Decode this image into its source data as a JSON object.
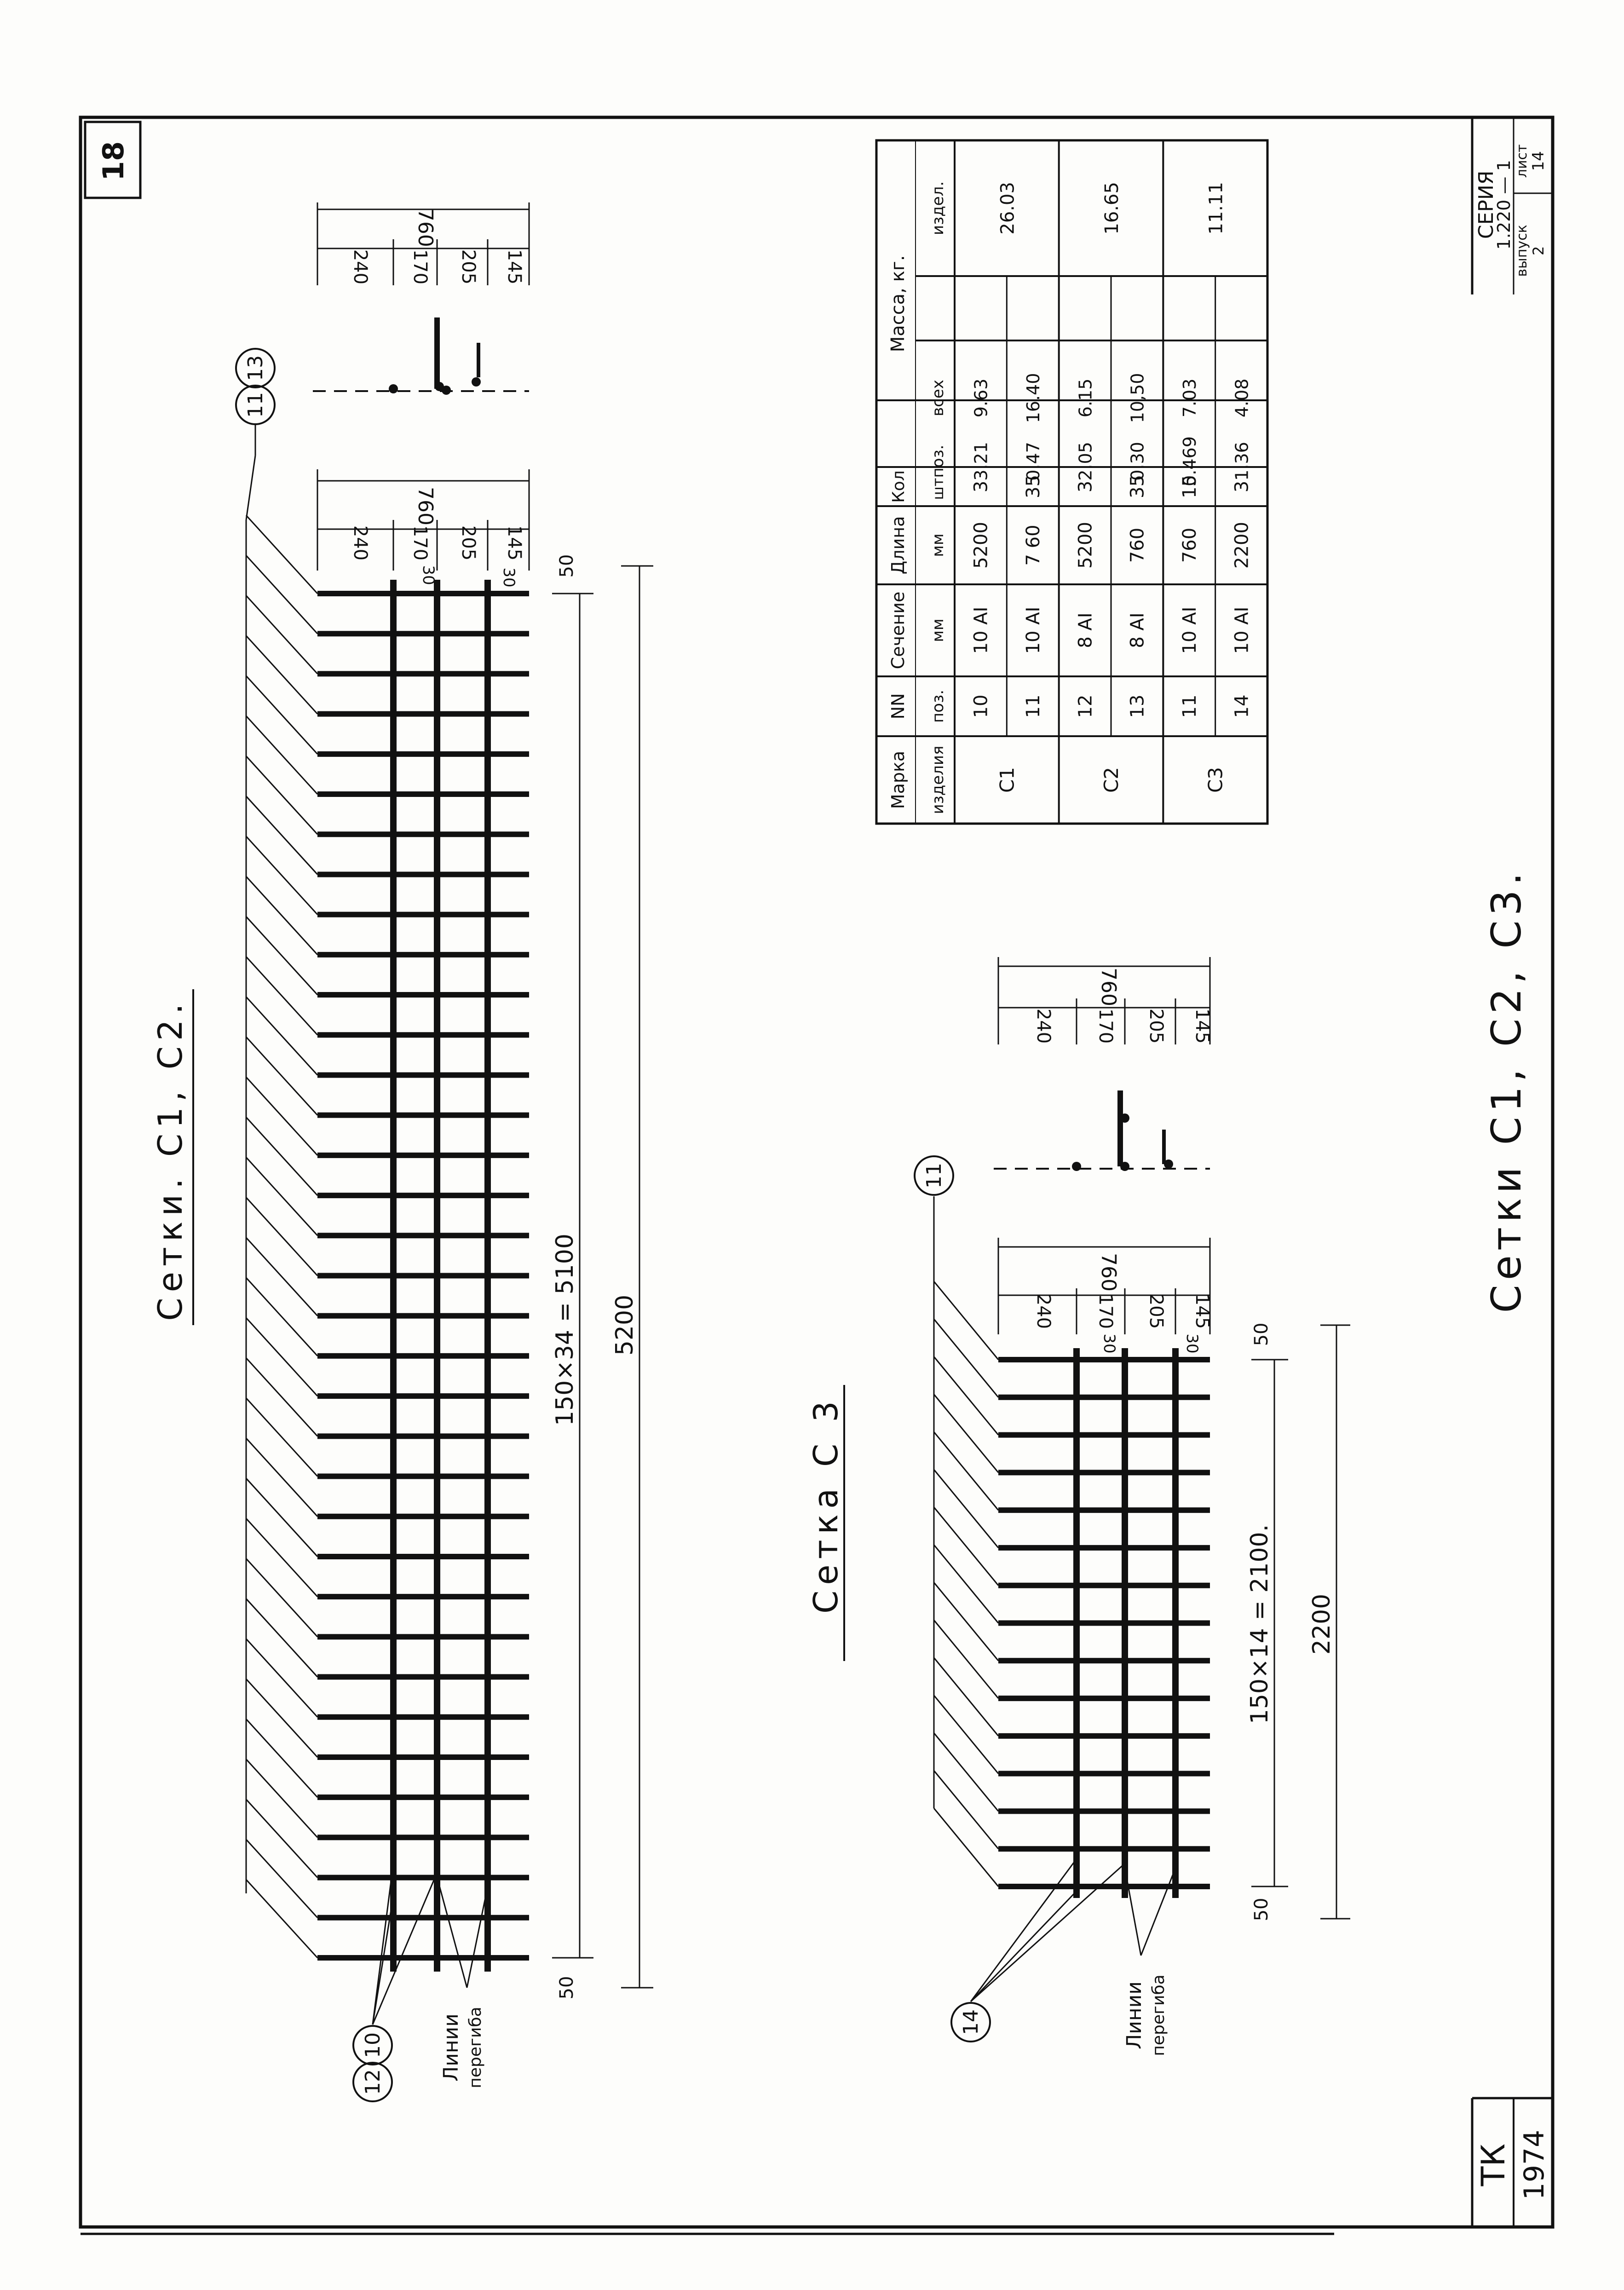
{
  "sheet": {
    "page_number": "18",
    "stamp_code": "ТК",
    "stamp_year": "1974",
    "series_label": "СЕРИЯ",
    "series_value": "1.220 — 1",
    "issue_label": "выпуск",
    "issue_value": "2",
    "sheet_label": "лист",
    "sheet_value": "14",
    "main_title": "Сетки С1, С2, С3."
  },
  "drawing_c1c2": {
    "title": "Сетки. С1, С2.",
    "spacing_dim": "150×34 = 5100",
    "length_dim": "5200",
    "end_dim": "50",
    "callout_top": [
      "11",
      "13"
    ],
    "callout_bottom": [
      "12",
      "10"
    ],
    "bend_label_1": "Линии",
    "bend_label_2": "перегиба",
    "offset_dims": [
      "30",
      "30"
    ],
    "width_total": "760",
    "width_parts": [
      "145",
      "205",
      "170",
      "240"
    ]
  },
  "drawing_c3": {
    "title": "Сетка С 3",
    "spacing_dim": "150×14 = 2100.",
    "length_dim": "2200",
    "end_dim": "50",
    "callout_top": "11",
    "callout_bottom": "14",
    "bend_label_1": "Линии",
    "bend_label_2": "перегиба",
    "offset_dims": [
      "30",
      "30"
    ],
    "width_total": "760",
    "width_parts": [
      "145",
      "205",
      "170",
      "240"
    ]
  },
  "spec_table": {
    "headers": {
      "marka_1": "Марка",
      "marka_2": "изделия",
      "nn_1": "NN",
      "nn_2": "поз.",
      "sech_1": "Сечение",
      "sech_2": "мм",
      "dlina_1": "Длина",
      "dlina_2": "мм",
      "kol_1": "Кол",
      "kol_2": "шт.",
      "massa": "Масса, кг.",
      "poz": "поз.",
      "vseh": "всех",
      "izdel": "издел."
    },
    "groups": [
      {
        "mark": "С1",
        "total": "26.03",
        "rows": [
          {
            "pos": "10",
            "section": "10 АI",
            "length": "5200",
            "qty": "3",
            "mass_pos": "3.21",
            "mass_all": "9.63"
          },
          {
            "pos": "11",
            "section": "10 АI",
            "length": "7 60",
            "qty": "35",
            "mass_pos": "0.47",
            "mass_all": "16.40"
          }
        ]
      },
      {
        "mark": "С2",
        "total": "16.65",
        "rows": [
          {
            "pos": "12",
            "section": "8 АI",
            "length": "5200",
            "qty": "3",
            "mass_pos": "2.05",
            "mass_all": "6.15"
          },
          {
            "pos": "13",
            "section": "8 АI",
            "length": "760",
            "qty": "35",
            "mass_pos": "0.30",
            "mass_all": "10,50"
          }
        ]
      },
      {
        "mark": "С3",
        "total": "11.11",
        "rows": [
          {
            "pos": "11",
            "section": "10 АI",
            "length": "760",
            "qty": "15",
            "mass_pos": "0.469",
            "mass_all": "7.03"
          },
          {
            "pos": "14",
            "section": "10 АI",
            "length": "2200",
            "qty": "3",
            "mass_pos": "1.36",
            "mass_all": "4.08"
          }
        ]
      }
    ]
  }
}
